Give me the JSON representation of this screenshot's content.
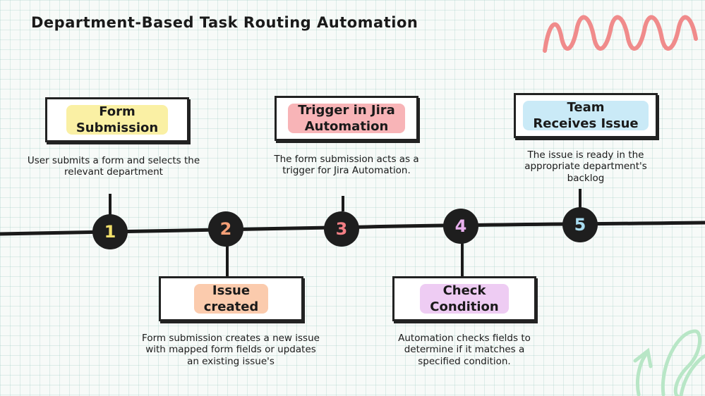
{
  "title": "Department-Based Task Routing Automation",
  "steps": [
    {
      "number": "1",
      "title_line1": "Form",
      "title_line2": "Submission",
      "description": "User submits a form and selects the relevant department",
      "number_color": "#f2df6b",
      "highlight_color": "#f6e35a"
    },
    {
      "number": "2",
      "title_line1": "Issue",
      "title_line2": "created",
      "description": "Form submission creates a new issue with mapped form fields or updates an existing issue's",
      "number_color": "#f6a077",
      "highlight_color": "#f7a06a"
    },
    {
      "number": "3",
      "title_line1": "Trigger in Jira",
      "title_line2": "Automation",
      "description": "The form submission acts as a trigger for Jira Automation.",
      "number_color": "#f47f85",
      "highlight_color": "#f2767c"
    },
    {
      "number": "4",
      "title_line1": "Check",
      "title_line2": "Condition",
      "description": "Automation checks fields to determine if it matches a specified condition.",
      "number_color": "#e9b0ee",
      "highlight_color": "#e0a2ea"
    },
    {
      "number": "5",
      "title_line1": "Team",
      "title_line2": "Receives Issue",
      "description": "The issue is ready in the appropriate department's backlog",
      "number_color": "#a9dcf0",
      "highlight_color": "#9ed8f0"
    }
  ],
  "colors": {
    "timeline": "#1a1a1a",
    "zigzag": "#f08b8b",
    "leaf": "#b8e6c6"
  }
}
